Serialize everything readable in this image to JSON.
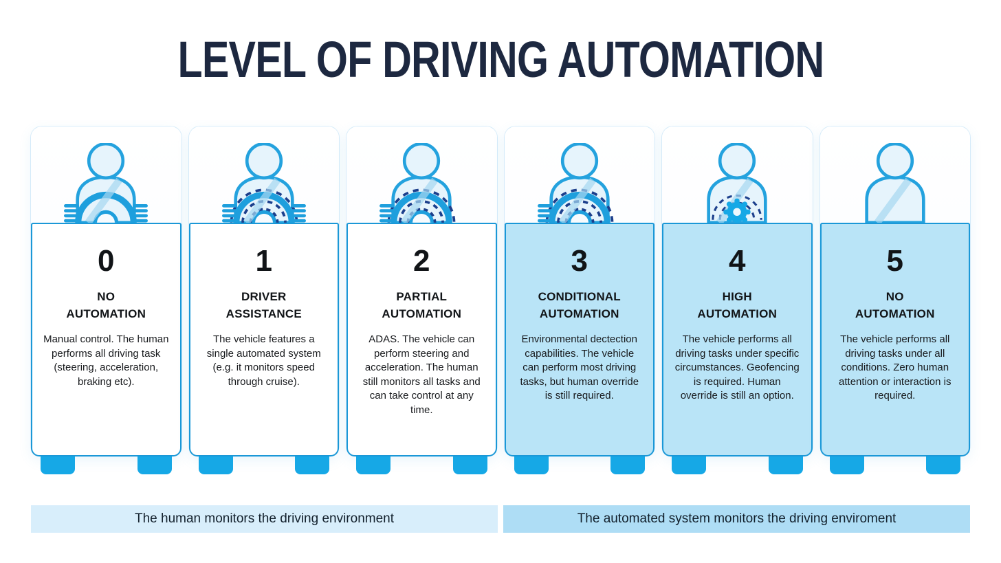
{
  "title": "LEVEL OF DRIVING AUTOMATION",
  "levels": [
    {
      "number": "0",
      "title_lines": [
        "NO",
        "AUTOMATION"
      ],
      "description": "Manual control. The human performs all driving task (steering, acceleration, braking etc).",
      "icon": "driver-hands-on-wheel",
      "style": "outline"
    },
    {
      "number": "1",
      "title_lines": [
        "DRIVER",
        "ASSISTANCE"
      ],
      "description": "The vehicle features a single automated system (e.g. it monitors speed through cruise).",
      "icon": "driver-assisted-wheel",
      "style": "outline"
    },
    {
      "number": "2",
      "title_lines": [
        "PARTIAL",
        "AUTOMATION"
      ],
      "description": "ADAS. The vehicle can perform steering and acceleration. The human still monitors all tasks and can take control at any time.",
      "icon": "driver-partial-automation-wheel",
      "style": "outline"
    },
    {
      "number": "3",
      "title_lines": [
        "CONDITIONAL",
        "AUTOMATION"
      ],
      "description": "Environmental dectection capabilities. The vehicle can perform most driving tasks, but human override is still required.",
      "icon": "driver-conditional-automation-wheel",
      "style": "filled"
    },
    {
      "number": "4",
      "title_lines": [
        "HIGH",
        "AUTOMATION"
      ],
      "description": "The vehicle performs all driving tasks under specific circumstances. Geofencing is required. Human override is still an option.",
      "icon": "automation-gear",
      "style": "filled"
    },
    {
      "number": "5",
      "title_lines": [
        "NO",
        "AUTOMATION"
      ],
      "description": "The vehicle performs all driving tasks under all conditions. Zero human attention or interaction is required.",
      "icon": "passenger-no-controls",
      "style": "filled"
    }
  ],
  "footer_bars": [
    {
      "label": "The human monitors the driving environment",
      "tone": "light"
    },
    {
      "label": "The automated system monitors the driving enviroment",
      "tone": "medium"
    }
  ],
  "colors": {
    "accent_border": "#1b98d7",
    "solid_blue": "#16a8e6",
    "card_fill_light_blue": "#b9e4f7",
    "bar_left_bg": "#d8eefb",
    "bar_right_bg": "#aeddf5",
    "title_navy": "#1d2840",
    "text_dark": "#17191c",
    "dash_navy": "#1c3f8c"
  }
}
